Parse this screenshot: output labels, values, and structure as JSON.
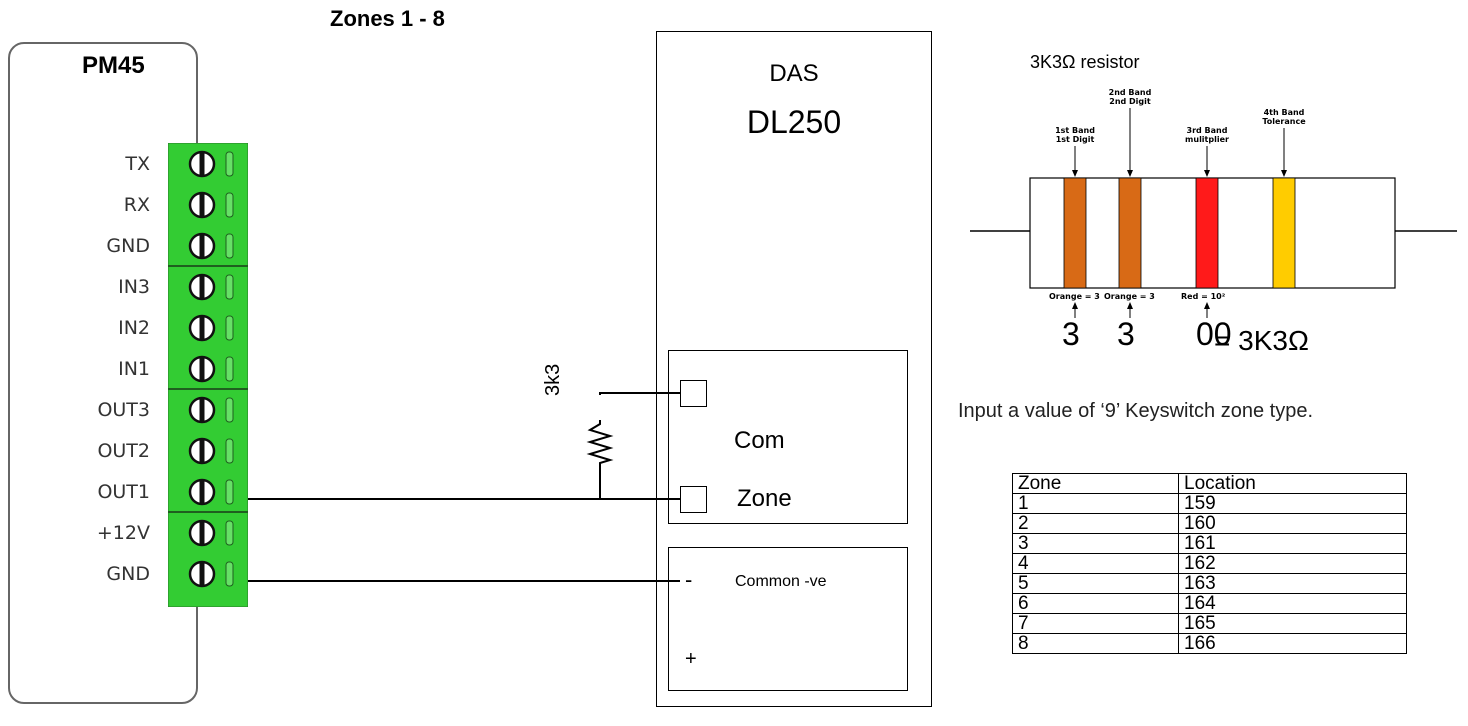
{
  "title": "Zones 1 - 8",
  "pm45": {
    "name": "PM45",
    "terminals": [
      "TX",
      "RX",
      "GND",
      "IN3",
      "IN2",
      "IN1",
      "OUT3",
      "OUT2",
      "OUT1",
      "+12V",
      "GND"
    ],
    "terminal_color": "#33cc33"
  },
  "das": {
    "brand": "DAS",
    "model": "DL250",
    "com_label": "Com",
    "zone_label": "Zone",
    "minus_label": "-",
    "common_label": "Common -ve",
    "plus_label": "+"
  },
  "resistor_label": "3k3",
  "resistor_chart": {
    "title": "3K3Ω resistor",
    "bands": [
      {
        "title_line1": "1st Band",
        "title_line2": "1st Digit",
        "color_name": "Orange = 3",
        "digit": "3",
        "hex": "#d86a16"
      },
      {
        "title_line1": "2nd Band",
        "title_line2": "2nd Digit",
        "color_name": "Orange = 3",
        "digit": "3",
        "hex": "#d86a16"
      },
      {
        "title_line1": "3rd Band",
        "title_line2": "mulitplier",
        "color_name": "Red = 10²",
        "digit": "00",
        "hex": "#ff1a1a"
      },
      {
        "title_line1": "4th Band",
        "title_line2": "Tolerance",
        "color_name": "",
        "digit": "",
        "hex": "#ffcc00"
      }
    ],
    "result": "= 3K3Ω"
  },
  "note": "Input a value of ‘9’ Keyswitch zone type.",
  "table": {
    "headers": [
      "Zone",
      "Location"
    ],
    "rows": [
      [
        "1",
        "159"
      ],
      [
        "2",
        "160"
      ],
      [
        "3",
        "161"
      ],
      [
        "4",
        "162"
      ],
      [
        "5",
        "163"
      ],
      [
        "6",
        "164"
      ],
      [
        "7",
        "165"
      ],
      [
        "8",
        "166"
      ]
    ]
  }
}
